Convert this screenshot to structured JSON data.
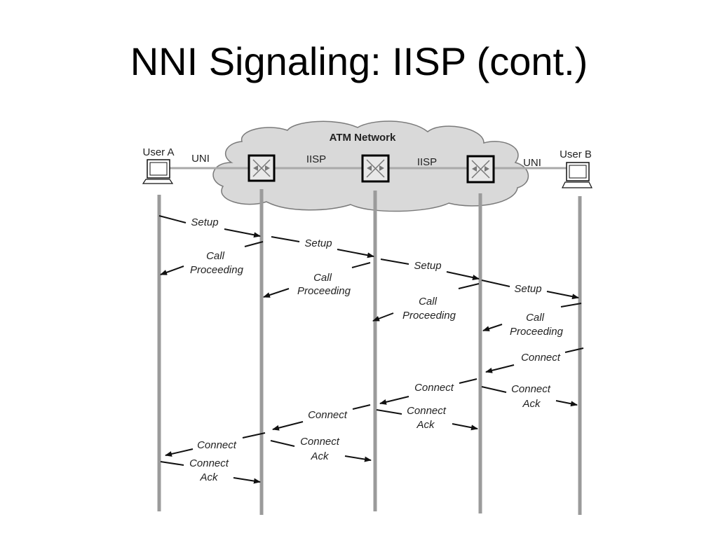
{
  "title": "NNI Signaling: IISP (cont.)",
  "network_label": "ATM Network",
  "endpoints": {
    "user_a": "User A",
    "user_b": "User B"
  },
  "links": {
    "uni_left": "UNI",
    "iisp_1": "IISP",
    "iisp_2": "IISP",
    "uni_right": "UNI"
  },
  "messages": {
    "setup_1": "Setup",
    "setup_2": "Setup",
    "setup_3": "Setup",
    "setup_4": "Setup",
    "cp_1": [
      "Call",
      "Proceeding"
    ],
    "cp_2": [
      "Call",
      "Proceeding"
    ],
    "cp_3": [
      "Call",
      "Proceeding"
    ],
    "cp_4": [
      "Call",
      "Proceeding"
    ],
    "connect_1": "Connect",
    "connect_2": "Connect",
    "connect_3": "Connect",
    "connect_4": "Connect",
    "ack_1": [
      "Connect",
      "Ack"
    ],
    "ack_2": [
      "Connect",
      "Ack"
    ],
    "ack_3": [
      "Connect",
      "Ack"
    ],
    "ack_4": [
      "Connect",
      "Ack"
    ]
  },
  "colors": {
    "lifeline": "#9b9b9b",
    "cloud_fill": "#d9d9d9",
    "arrow": "#111111"
  }
}
